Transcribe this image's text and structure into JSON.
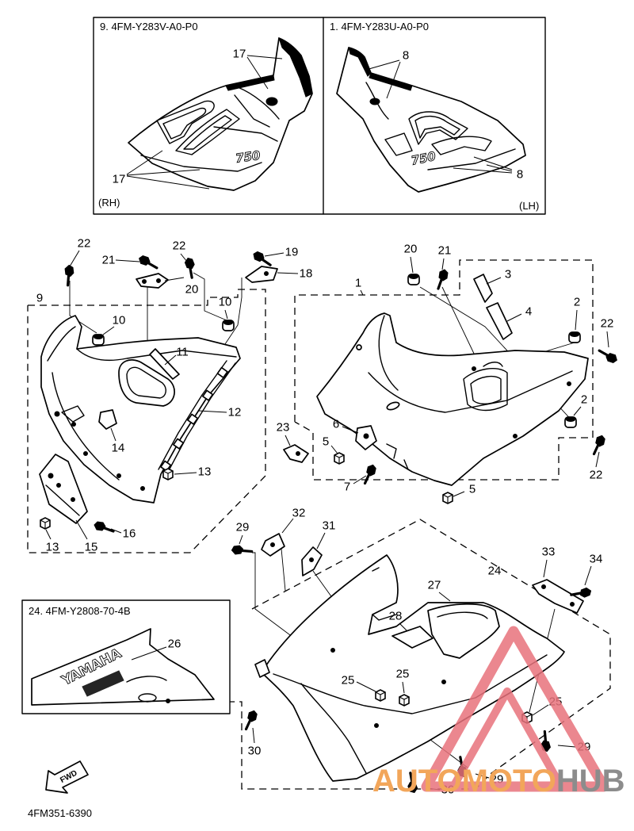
{
  "inset_top": {
    "left_title": "9. 4FM-Y283V-A0-P0",
    "right_title": "1. 4FM-Y283U-A0-P0",
    "left_side": "(RH)",
    "right_side": "(LH)",
    "left_callouts": [
      "17",
      "17"
    ],
    "right_callouts": [
      "8",
      "8"
    ],
    "decal_text": "750"
  },
  "group_9": {
    "label": "9",
    "callouts": [
      "22",
      "21",
      "22",
      "19",
      "18",
      "20",
      "10",
      "10",
      "11",
      "12",
      "14",
      "13",
      "13",
      "15",
      "16"
    ]
  },
  "group_1": {
    "label": "1",
    "callouts": [
      "20",
      "21",
      "3",
      "4",
      "2",
      "22",
      "2",
      "22",
      "23",
      "6",
      "5",
      "7",
      "5"
    ]
  },
  "group_24": {
    "label": "24",
    "callouts": [
      "29",
      "32",
      "31",
      "33",
      "34",
      "27",
      "28",
      "25",
      "25",
      "25",
      "29",
      "30",
      "29",
      "30"
    ]
  },
  "inset_decal": {
    "title": "24. 4FM-Y2808-70-4B",
    "callout": "26",
    "decal_text": "YAMAHA"
  },
  "fwd_label": "FWD",
  "diagram_code": "4FM351-6390",
  "watermark": {
    "part1": "AUTOMOTO",
    "part2": "HUB"
  },
  "colors": {
    "line": "#000000",
    "background": "#ffffff",
    "watermark_primary": "#f2a65a",
    "watermark_secondary": "#8c8c8c",
    "watermark_logo": "#e8737c"
  }
}
